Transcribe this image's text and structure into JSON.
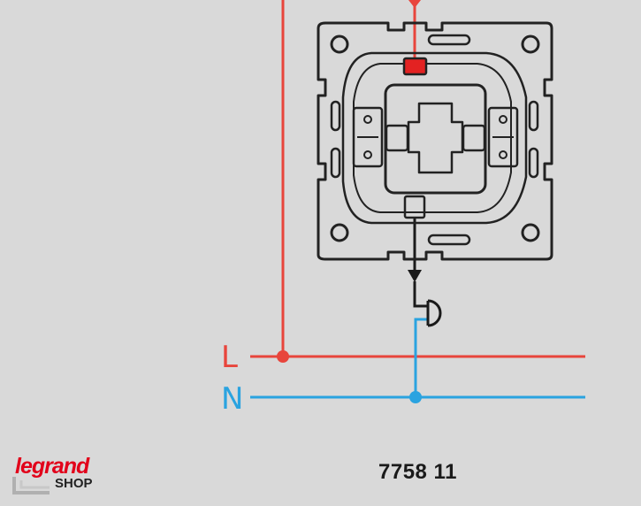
{
  "labels": {
    "live": "L",
    "neutral": "N"
  },
  "product": {
    "part_number": "7758 11"
  },
  "logo": {
    "brand": "legrand",
    "suffix": "SHOP"
  },
  "colors": {
    "background": "#d9d9d9",
    "live_wire": "#e8453c",
    "neutral_wire": "#2aa3e0",
    "switched_wire": "#1a1a1a",
    "brand_red": "#e2001a",
    "terminal_red": "#e32222"
  },
  "icons": {
    "device": "switch-mechanism-icon",
    "load": "lamp-symbol-icon"
  }
}
